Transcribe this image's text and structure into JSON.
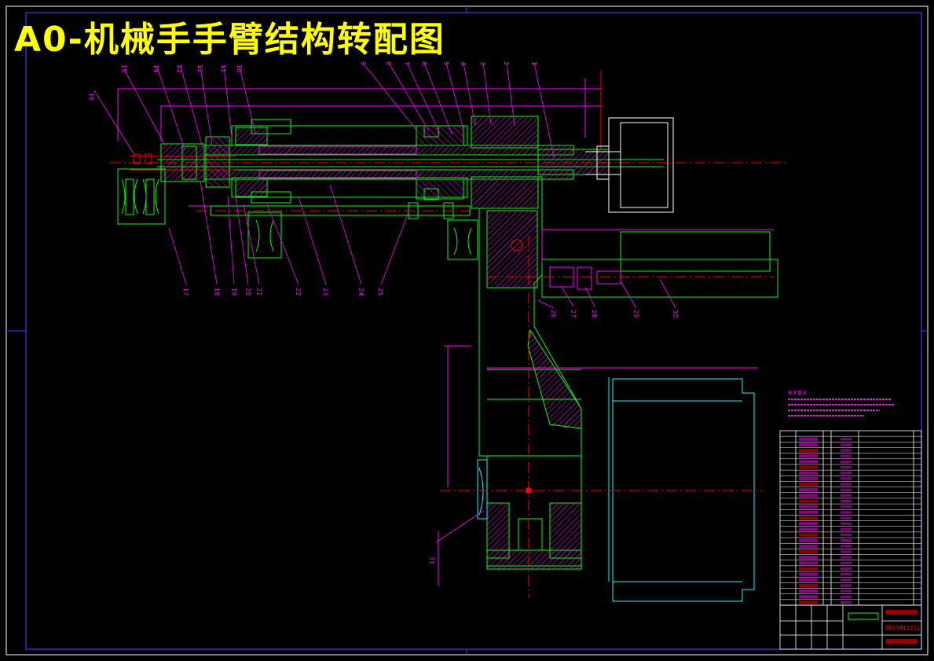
{
  "title": "A0-机械手手臂结构转配图",
  "balloons_top": [
    "16",
    "15",
    "14",
    "13",
    "12",
    "11",
    "10",
    "9",
    "8",
    "7",
    "6",
    "5",
    "4",
    "3",
    "2",
    "1"
  ],
  "balloons_bottom": [
    "17",
    "18",
    "19",
    "20",
    "21",
    "22",
    "23",
    "24",
    "25",
    "26",
    "27",
    "28",
    "29",
    "30"
  ],
  "balloon_31": "31",
  "title_block": {
    "drawing_no": "0515811211",
    "tech_title": "技术要求:"
  },
  "colors": {
    "background": "#000000",
    "frame": "#3c3cff",
    "outline": "#00ff00",
    "leader": "#ff00ff",
    "center_line": "#ff0000",
    "hidden": "#00ffff",
    "dimension": "#ff00ff",
    "title_text": "#ffff00"
  }
}
